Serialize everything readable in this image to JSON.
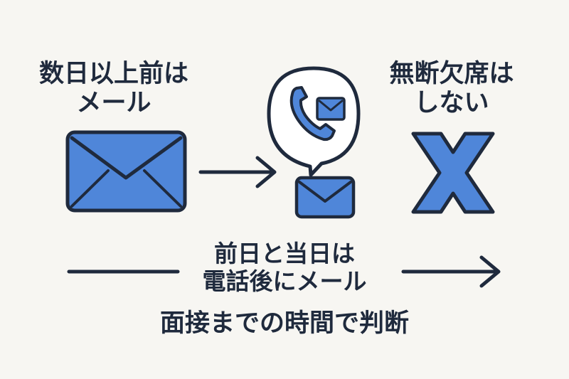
{
  "labels": {
    "left_line1": "数日以上前は",
    "left_line2": "メール",
    "right_line1": "無断欠席は",
    "right_line2": "しない",
    "middle_line1": "前日と当日は",
    "middle_line2": "電話後にメール",
    "bottom": "面接までの時間で判断"
  },
  "colors": {
    "background": "#f7f6f2",
    "ink": "#1f2a3d",
    "accent_blue": "#4f86d9",
    "bubble_fill": "#ffffff"
  },
  "icons": {
    "left": "envelope-icon",
    "center_bubble": "phone-and-envelope-speech-bubble-icon",
    "center_below": "envelope-icon",
    "right": "cross-icon"
  }
}
